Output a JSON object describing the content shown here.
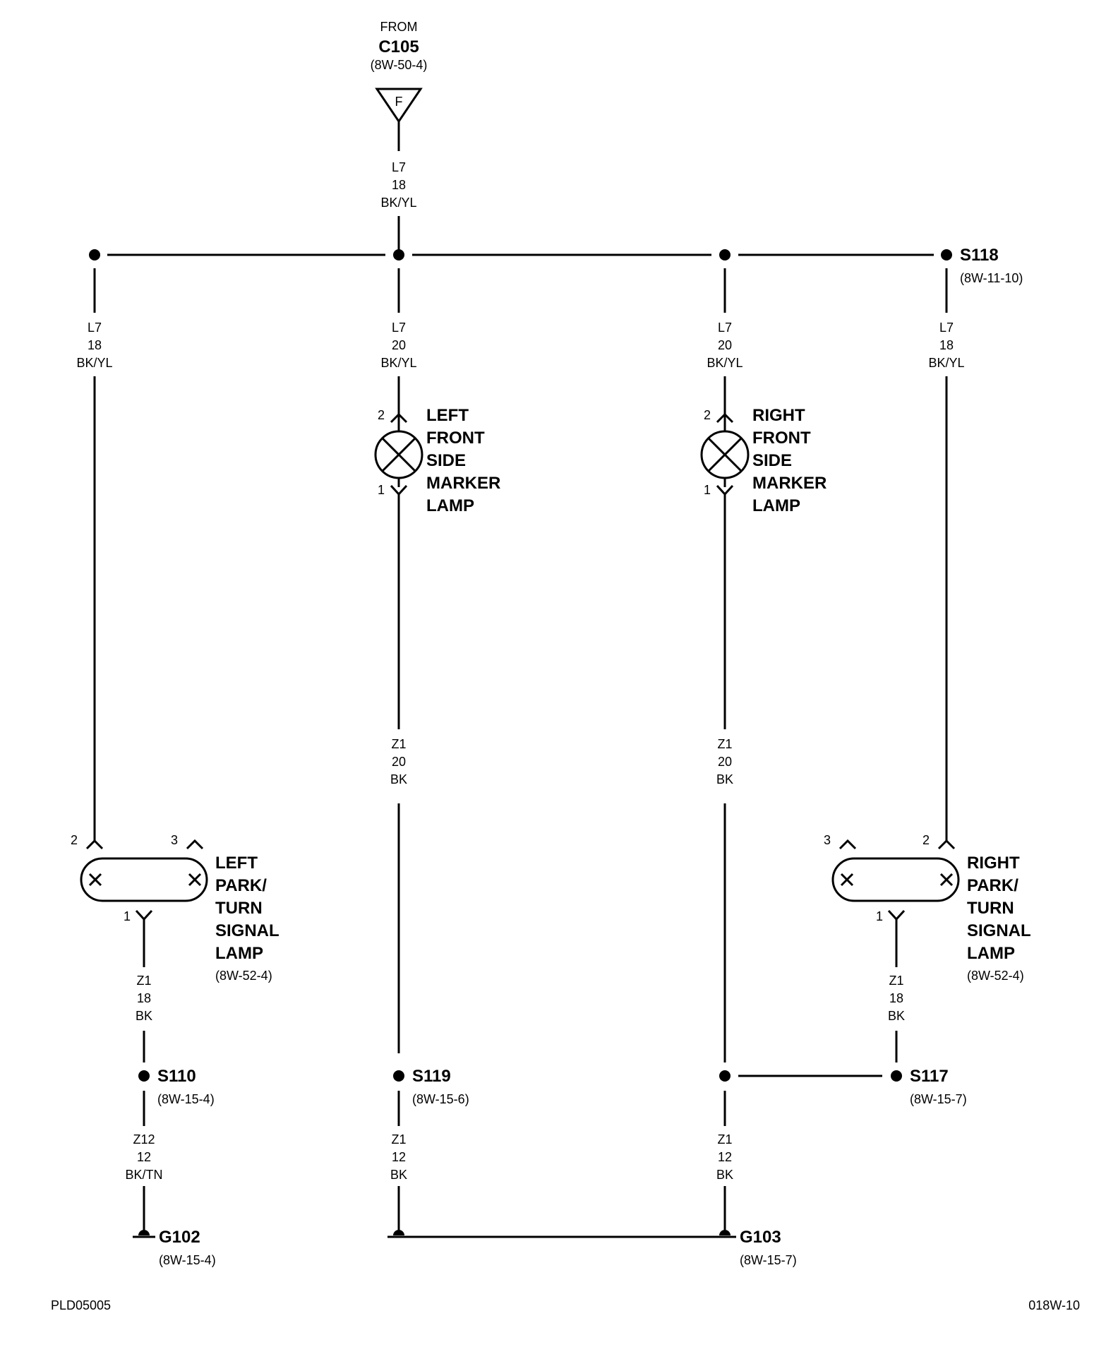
{
  "source": {
    "from_label": "FROM",
    "connector": "C105",
    "ref": "(8W-50-4)",
    "cavity": "F"
  },
  "wires": {
    "feed": {
      "circuit": "L7",
      "gauge": "18",
      "color": "BK/YL"
    },
    "left_park_feed": {
      "circuit": "L7",
      "gauge": "18",
      "color": "BK/YL"
    },
    "left_marker_feed": {
      "circuit": "L7",
      "gauge": "20",
      "color": "BK/YL"
    },
    "right_marker_feed": {
      "circuit": "L7",
      "gauge": "20",
      "color": "BK/YL"
    },
    "right_park_feed": {
      "circuit": "L7",
      "gauge": "18",
      "color": "BK/YL"
    },
    "left_marker_ground": {
      "circuit": "Z1",
      "gauge": "20",
      "color": "BK"
    },
    "right_marker_ground": {
      "circuit": "Z1",
      "gauge": "20",
      "color": "BK"
    },
    "left_park_ground": {
      "circuit": "Z1",
      "gauge": "18",
      "color": "BK"
    },
    "right_park_ground": {
      "circuit": "Z1",
      "gauge": "18",
      "color": "BK"
    },
    "s110_to_g102": {
      "circuit": "Z12",
      "gauge": "12",
      "color": "BK/TN"
    },
    "s119_to_ground": {
      "circuit": "Z1",
      "gauge": "12",
      "color": "BK"
    },
    "s117_to_g103": {
      "circuit": "Z1",
      "gauge": "12",
      "color": "BK"
    }
  },
  "splices": {
    "s118": {
      "name": "S118",
      "ref": "(8W-11-10)"
    },
    "s110": {
      "name": "S110",
      "ref": "(8W-15-4)"
    },
    "s119": {
      "name": "S119",
      "ref": "(8W-15-6)"
    },
    "s117": {
      "name": "S117",
      "ref": "(8W-15-7)"
    }
  },
  "grounds": {
    "g102": {
      "name": "G102",
      "ref": "(8W-15-4)"
    },
    "g103": {
      "name": "G103",
      "ref": "(8W-15-7)"
    }
  },
  "components": {
    "left_marker": {
      "lines": [
        "LEFT",
        "FRONT",
        "SIDE",
        "MARKER",
        "LAMP"
      ],
      "pin_in": "2",
      "pin_out": "1"
    },
    "right_marker": {
      "lines": [
        "RIGHT",
        "FRONT",
        "SIDE",
        "MARKER",
        "LAMP"
      ],
      "pin_in": "2",
      "pin_out": "1"
    },
    "left_park": {
      "lines": [
        "LEFT",
        "PARK/",
        "TURN",
        "SIGNAL",
        "LAMP"
      ],
      "ref": "(8W-52-4)",
      "pin_a": "2",
      "pin_b": "3",
      "pin_out": "1"
    },
    "right_park": {
      "lines": [
        "RIGHT",
        "PARK/",
        "TURN",
        "SIGNAL",
        "LAMP"
      ],
      "ref": "(8W-52-4)",
      "pin_a": "3",
      "pin_b": "2",
      "pin_out": "1"
    }
  },
  "footer": {
    "left_code": "PLD05005",
    "right_code": "018W-10"
  }
}
